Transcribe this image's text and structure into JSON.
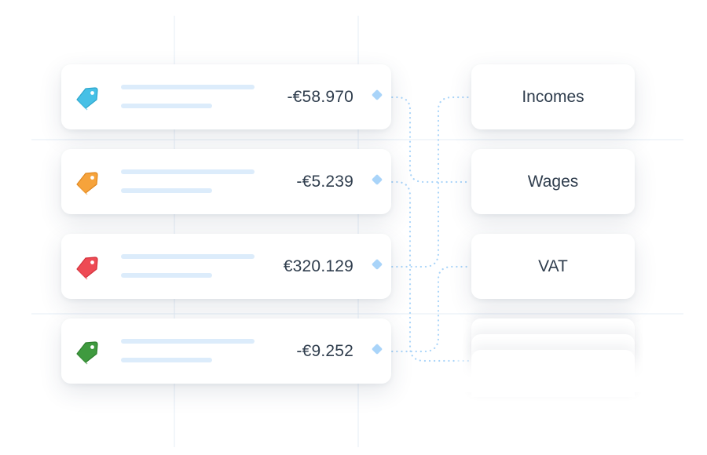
{
  "transactions": [
    {
      "amount": "-€58.970",
      "tag_color": "#46c0e6",
      "tag_icon": "tag-icon"
    },
    {
      "amount": "-€5.239",
      "tag_color": "#f6a33b",
      "tag_icon": "tag-icon"
    },
    {
      "amount": "€320.129",
      "tag_color": "#ee4a54",
      "tag_icon": "tag-icon"
    },
    {
      "amount": "-€9.252",
      "tag_color": "#3f9a3f",
      "tag_icon": "tag-icon"
    }
  ],
  "categories": [
    {
      "label": "Incomes"
    },
    {
      "label": "Wages"
    },
    {
      "label": "VAT"
    }
  ],
  "colors": {
    "text": "#2f3d4d",
    "connector": "#a9d4f9",
    "skeleton": "#dcecfb",
    "grid": "#e4edf6"
  }
}
